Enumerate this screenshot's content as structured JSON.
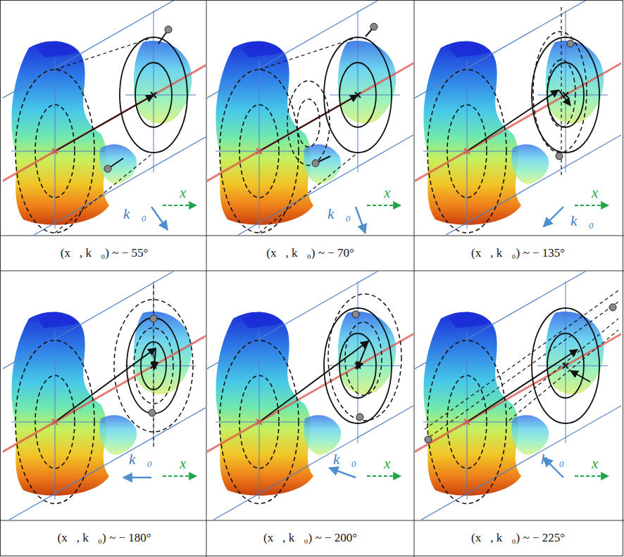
{
  "diagram": {
    "labels": [
      "x⃗",
      "k⃗₀",
      "x⃗",
      "k⃗₀",
      "x⃗",
      "k⃗₀",
      "(x⃗, k⃗₀) ~ − 55°",
      "(x⃗, k⃗₀) ~ − 70°",
      "(x⃗, k⃗₀) ~ − 135°",
      "x⃗",
      "k⃗₀",
      "x⃗",
      "k⃗₀",
      "x⃗",
      "k⃗₀",
      "(x⃗, k⃗₀) ~ − 180°",
      "(x⃗, k⃗₀) ~ − 200°",
      "(x⃗, k⃗₀) ~ − 225°"
    ]
  }
}
